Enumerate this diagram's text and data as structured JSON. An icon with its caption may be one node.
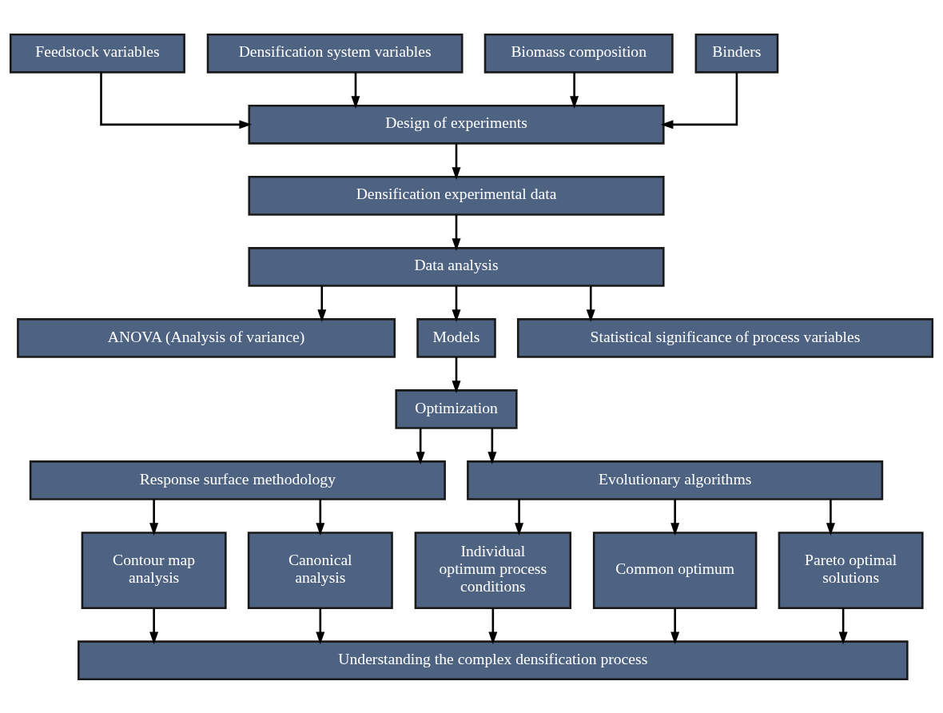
{
  "diagram": {
    "nodes": [
      {
        "text": [
          "Feedstock variables"
        ]
      },
      {
        "text": [
          "Densification system variables"
        ]
      },
      {
        "text": [
          "Biomass composition"
        ]
      },
      {
        "text": [
          "Binders"
        ]
      },
      {
        "text": [
          "Design of experiments"
        ]
      },
      {
        "text": [
          "Densification experimental data"
        ]
      },
      {
        "text": [
          "Data analysis"
        ]
      },
      {
        "text": [
          "ANOVA (Analysis of variance)"
        ]
      },
      {
        "text": [
          "Models"
        ]
      },
      {
        "text": [
          "Statistical significance of process variables"
        ]
      },
      {
        "text": [
          "Optimization"
        ]
      },
      {
        "text": [
          "Response surface methodology"
        ]
      },
      {
        "text": [
          "Evolutionary algorithms"
        ]
      },
      {
        "text": [
          "Contour map analysis"
        ]
      },
      {
        "text": [
          "Canonical analysis"
        ]
      },
      {
        "text": [
          "Individual optimum process conditions"
        ]
      },
      {
        "text": [
          "Common optimum"
        ]
      },
      {
        "text": [
          "Pareto optimal solutions"
        ]
      },
      {
        "text": [
          "Understanding the complex densification process"
        ]
      }
    ],
    "edges": [
      {
        "from": 0,
        "to": 4,
        "arrow": "to"
      },
      {
        "from": 1,
        "to": 4,
        "arrow": "to"
      },
      {
        "from": 2,
        "to": 4,
        "arrow": "to"
      },
      {
        "from": 3,
        "to": 4,
        "arrow": "to"
      },
      {
        "from": 4,
        "to": 5,
        "arrow": "to"
      },
      {
        "from": 5,
        "to": 6,
        "arrow": "to"
      },
      {
        "from": 6,
        "to": 7,
        "arrow": "to"
      },
      {
        "from": 6,
        "to": 8,
        "arrow": "to"
      },
      {
        "from": 6,
        "to": 9,
        "arrow": "to"
      },
      {
        "from": 8,
        "to": 10,
        "arrow": "to"
      },
      {
        "from": 10,
        "to": 11,
        "arrow": "to"
      },
      {
        "from": 10,
        "to": 12,
        "arrow": "to"
      },
      {
        "from": 11,
        "to": 13,
        "arrow": "to"
      },
      {
        "from": 11,
        "to": 14,
        "arrow": "to"
      },
      {
        "from": 12,
        "to": 15,
        "arrow": "to"
      },
      {
        "from": 12,
        "to": 16,
        "arrow": "to"
      },
      {
        "from": 12,
        "to": 17,
        "arrow": "to"
      },
      {
        "from": 13,
        "to": 18,
        "arrow": "to"
      },
      {
        "from": 14,
        "to": 18,
        "arrow": "to"
      },
      {
        "from": 15,
        "to": 18,
        "arrow": "to"
      },
      {
        "from": 16,
        "to": 18,
        "arrow": "to"
      },
      {
        "from": 17,
        "to": 18,
        "arrow": "to"
      }
    ]
  }
}
